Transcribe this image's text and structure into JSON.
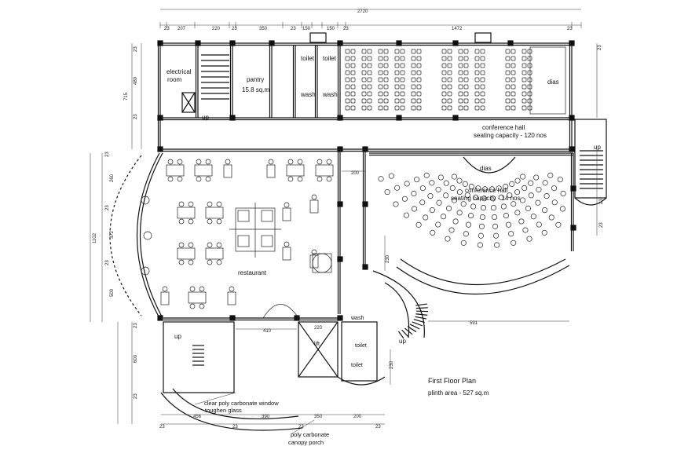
{
  "title": {
    "main": "First Floor Plan",
    "sub": "plinth area - 527 sq.m"
  },
  "rooms": {
    "electrical": "electrical",
    "electrical2": "room",
    "pantry": "pantry",
    "pantry_area": "15.8 sq.m",
    "toilet_a": "toilet",
    "toilet_b": "toilet",
    "wash_a": "wash",
    "wash_b": "wash",
    "dias_top": "dias",
    "conf1": "conference hall",
    "conf1_cap": "seating capacity - 120 nos",
    "dias_mid": "dias",
    "conf2": "conference hall",
    "conf2_cap": "seating capacity - 14 nos",
    "restaurant": "restaurant",
    "wash_c": "wash",
    "toilet_c": "toilet",
    "toilet_d": "toilet",
    "lift": "lift",
    "up_1": "up",
    "up_2": "up",
    "up_3": "up",
    "up_4": "up"
  },
  "notes": {
    "glass1": "clear poly carbonate window",
    "glass2": "toughen glass",
    "canopy1": "poly carbonate",
    "canopy2": "canopy porch"
  },
  "dims": {
    "overall": "2720",
    "t1": "23",
    "t2": "207",
    "t3": "220",
    "t4": "23",
    "t5": "350",
    "t6": "23",
    "t7": "150",
    "t8": "150",
    "t9": "23",
    "t10": "1472",
    "t11": "23",
    "l_top": "23",
    "l_a": "480",
    "l_b": "23",
    "l_c": "715",
    "l_mid": "1102",
    "l1": "23",
    "l2": "260",
    "l3": "23",
    "l4": "372",
    "l5": "23",
    "l6": "500",
    "l_bot1": "23",
    "l_bot2": "600",
    "l_bot3": "23",
    "r1": "23",
    "r2": "23",
    "r3": "23",
    "b1": "23",
    "b2": "456",
    "b3": "23",
    "b4": "390",
    "b5": "23",
    "b6": "350",
    "b7": "200",
    "b8": "23",
    "m1": "200",
    "m2": "410",
    "m3": "220",
    "m4": "591",
    "m5": "230",
    "m6": "230"
  }
}
